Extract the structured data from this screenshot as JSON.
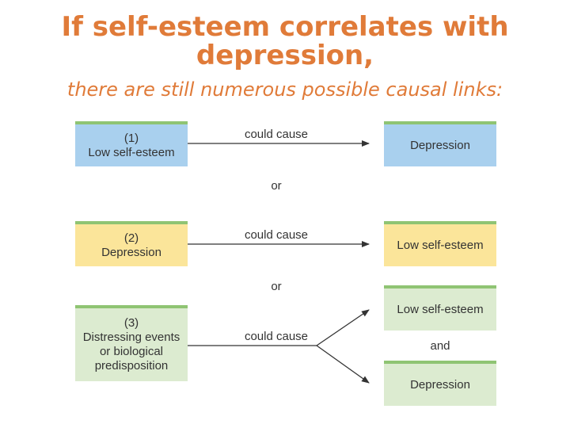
{
  "heading": {
    "line1": "If self-esteem correlates with",
    "line2": "depression,",
    "subtitle": "there are still numerous possible causal links:"
  },
  "colors": {
    "title": "#e07b39",
    "blue_fill": "#a9d0ee",
    "yellow_fill": "#fbe59a",
    "green_fill": "#dcebd0",
    "top_border": "#8fc473",
    "arrow": "#333333"
  },
  "rows": [
    {
      "left_num": "(1)",
      "left_text": "Low self-esteem",
      "link": "could cause",
      "right_text": "Depression"
    },
    {
      "left_num": "(2)",
      "left_text": "Depression",
      "link": "could cause",
      "right_text": "Low self-esteem"
    },
    {
      "left_num": "(3)",
      "left_lines": [
        "Distressing events",
        "or biological",
        "predisposition"
      ],
      "link": "could cause",
      "right_top": "Low self-esteem",
      "joiner": "and",
      "right_bottom": "Depression"
    }
  ],
  "separators": [
    "or",
    "or"
  ]
}
